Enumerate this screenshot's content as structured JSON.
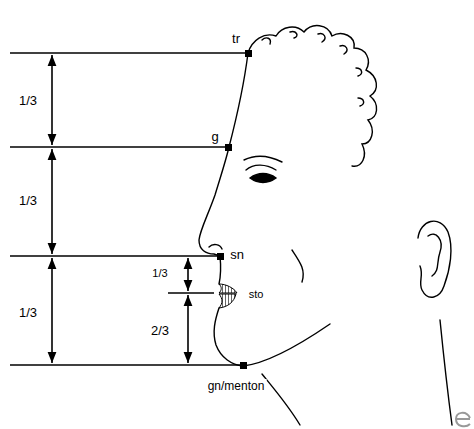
{
  "diagram": {
    "labels": [
      "tr",
      "1/3",
      "g",
      "1/3",
      "sn",
      "1/3",
      "sto",
      "1/3",
      "2/3",
      "gn/menton"
    ]
  }
}
